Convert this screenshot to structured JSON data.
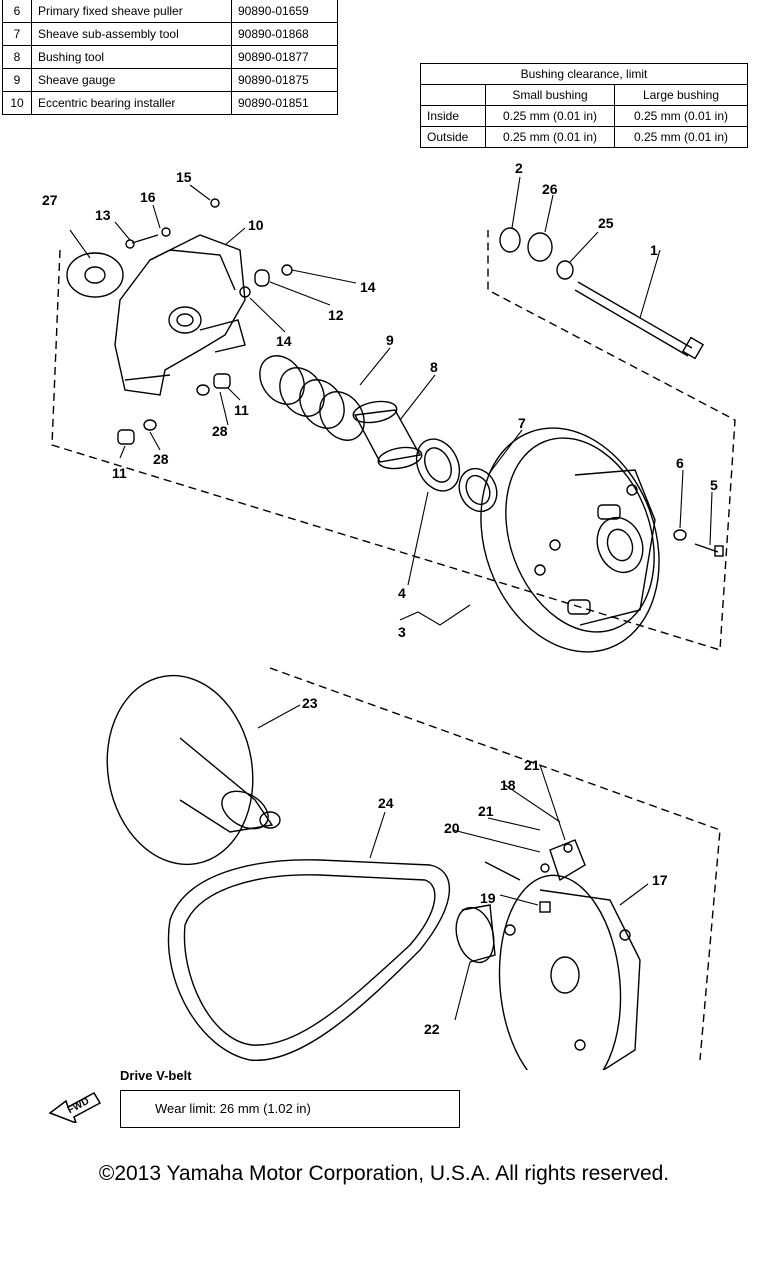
{
  "tools": [
    {
      "num": "6",
      "name": "Primary fixed sheave puller",
      "code": "90890-01659"
    },
    {
      "num": "7",
      "name": "Sheave sub-assembly tool",
      "code": "90890-01868"
    },
    {
      "num": "8",
      "name": "Bushing tool",
      "code": "90890-01877"
    },
    {
      "num": "9",
      "name": "Sheave gauge",
      "code": "90890-01875"
    },
    {
      "num": "10",
      "name": "Eccentric bearing installer",
      "code": "90890-01851"
    }
  ],
  "clearance": {
    "title": "Bushing clearance, limit",
    "col1": "Small bushing",
    "col2": "Large bushing",
    "rows": [
      {
        "label": "Inside",
        "small": "0.25 mm (0.01 in)",
        "large": "0.25 mm (0.01 in)"
      },
      {
        "label": "Outside",
        "small": "0.25 mm (0.01 in)",
        "large": "0.25 mm (0.01 in)"
      }
    ]
  },
  "callouts": {
    "n1": "1",
    "n2": "2",
    "n3": "3",
    "n4": "4",
    "n5": "5",
    "n6": "6",
    "n7": "7",
    "n8": "8",
    "n9": "9",
    "n10": "10",
    "n11a": "11",
    "n11b": "11",
    "n12": "12",
    "n13": "13",
    "n14a": "14",
    "n14b": "14",
    "n15": "15",
    "n16": "16",
    "n17": "17",
    "n18": "18",
    "n19": "19",
    "n20": "20",
    "n21a": "21",
    "n21b": "21",
    "n22": "22",
    "n23": "23",
    "n24": "24",
    "n25": "25",
    "n26": "26",
    "n27": "27",
    "n28a": "28",
    "n28b": "28"
  },
  "fwd_label": "FWD",
  "belt": {
    "title": "Drive V-belt",
    "wear_limit": "Wear limit:  26 mm (1.02 in)"
  },
  "copyright": "©2013 Yamaha Motor Corporation, U.S.A. All rights reserved."
}
